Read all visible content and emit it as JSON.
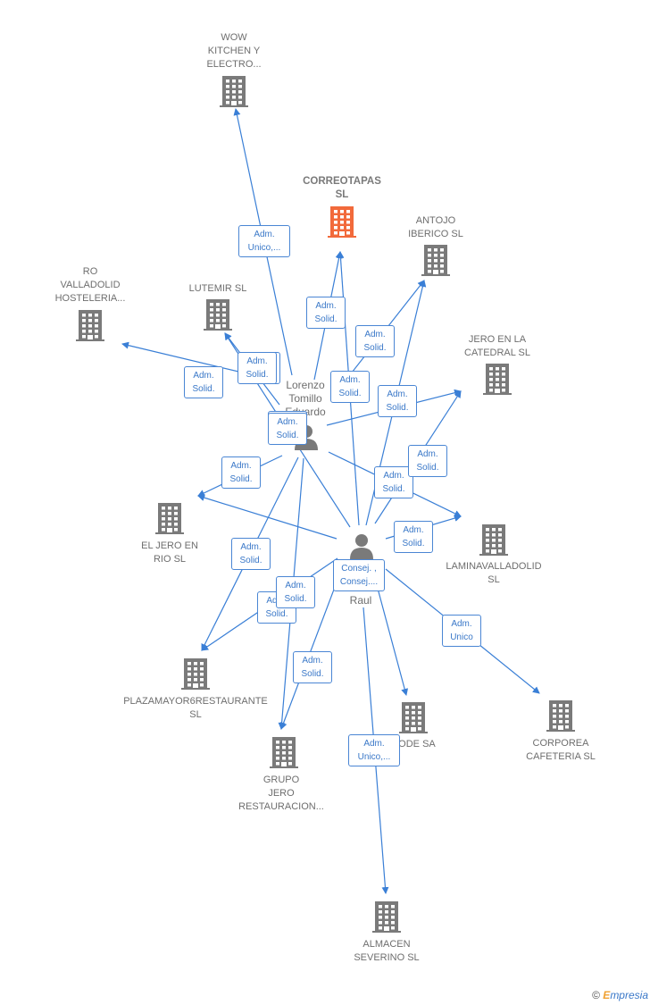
{
  "colors": {
    "edge": "#3a7fd6",
    "building": "#7a7a7a",
    "building_main": "#f26a3b",
    "label": "#6e6e6e"
  },
  "companies": [
    {
      "id": "wow",
      "label": "WOW\nKITCHEN Y\nELECTRO...",
      "icon": "building-icon"
    },
    {
      "id": "correo",
      "label": "CORREOTAPAS\nSL",
      "icon": "building-icon",
      "main": true
    },
    {
      "id": "antojo",
      "label": "ANTOJO\nIBERICO  SL",
      "icon": "building-icon"
    },
    {
      "id": "ro",
      "label": "RO\nVALLADOLID\nHOSTELERIA...",
      "icon": "building-icon"
    },
    {
      "id": "lutemir",
      "label": "LUTEMIR  SL",
      "icon": "building-icon"
    },
    {
      "id": "jero_catedral",
      "label": "JERO EN LA\nCATEDRAL  SL",
      "icon": "building-icon"
    },
    {
      "id": "el_jero_rio",
      "label": "EL JERO EN\nRIO  SL",
      "icon": "building-icon"
    },
    {
      "id": "lamina",
      "label": "LAMINAVALLADOLID\nSL",
      "icon": "building-icon"
    },
    {
      "id": "plazamayor",
      "label": "PLAZAMAYOR6RESTAURANTE\nSL",
      "icon": "building-icon"
    },
    {
      "id": "code",
      "label": "CODE SA",
      "icon": "building-icon"
    },
    {
      "id": "corporea",
      "label": "CORPOREA\nCAFETERIA  SL",
      "icon": "building-icon"
    },
    {
      "id": "grupo",
      "label": "GRUPO\nJERO\nRESTAURACION...",
      "icon": "building-icon"
    },
    {
      "id": "almacen",
      "label": "ALMACEN\nSEVERINO  SL",
      "icon": "building-icon"
    }
  ],
  "persons": [
    {
      "id": "lorenzo",
      "label": "Lorenzo\nTomillo\nEduardo",
      "icon": "person-icon"
    },
    {
      "id": "raul",
      "label": "Raul",
      "icon": "person-icon"
    }
  ],
  "edges": [
    {
      "from": "lorenzo",
      "to": "wow",
      "role": "Adm.\nUnico,..."
    },
    {
      "from": "lorenzo",
      "to": "correo",
      "role": "Adm.\nSolid."
    },
    {
      "from": "lorenzo",
      "to": "antojo",
      "role": "Adm.\nSolid."
    },
    {
      "from": "lorenzo",
      "to": "ro",
      "role": "Adm.\nSolid."
    },
    {
      "from": "lorenzo",
      "to": "lutemir",
      "role": "Adm.\nSolid."
    },
    {
      "from": "lorenzo",
      "to": "jero_catedral",
      "role": "Adm.\nSolid."
    },
    {
      "from": "lorenzo",
      "to": "el_jero_rio",
      "role": "Adm.\nSolid."
    },
    {
      "from": "lorenzo",
      "to": "lamina",
      "role": "Adm.\nSolid."
    },
    {
      "from": "lorenzo",
      "to": "plazamayor",
      "role": "Adm.\nSolid."
    },
    {
      "from": "lorenzo",
      "to": "grupo",
      "role": "Adm.\nSolid."
    },
    {
      "from": "raul",
      "to": "correo",
      "role": "Adm.\nSolid."
    },
    {
      "from": "raul",
      "to": "antojo",
      "role": "Adm.\nSolid."
    },
    {
      "from": "raul",
      "to": "lutemir",
      "role": "Adm.\nSolid."
    },
    {
      "from": "raul",
      "to": "jero_catedral",
      "role": "Adm.\nSolid."
    },
    {
      "from": "raul",
      "to": "el_jero_rio",
      "role": "Adm.\nSolid."
    },
    {
      "from": "raul",
      "to": "lamina",
      "role": "Adm.\nSolid."
    },
    {
      "from": "raul",
      "to": "plazamayor",
      "role": "Adm.\nSolid."
    },
    {
      "from": "raul",
      "to": "grupo",
      "role": "Adm.\nSolid."
    },
    {
      "from": "raul",
      "to": "code",
      "role": "Consej. ,\nConsej...."
    },
    {
      "from": "raul",
      "to": "corporea",
      "role": "Adm.\nUnico"
    },
    {
      "from": "raul",
      "to": "almacen",
      "role": "Adm.\nUnico,..."
    }
  ],
  "footer": {
    "copyright": "©",
    "brand_initial": "E",
    "brand_rest": "mpresia"
  }
}
